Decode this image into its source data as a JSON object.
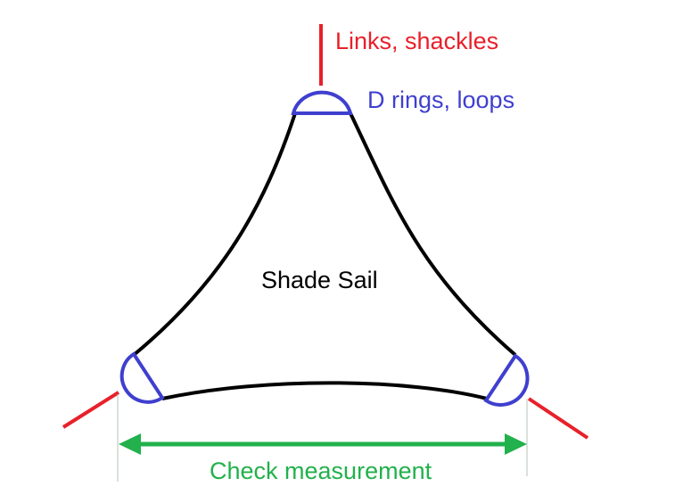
{
  "labels": {
    "links": "Links, shackles",
    "rings": "D rings, loops",
    "sail": "Shade Sail",
    "measure": "Check measurement"
  },
  "colors": {
    "red": "#e8202a",
    "blue": "#3f3fcf",
    "green": "#22b14c",
    "black": "#000000",
    "gray": "#b4c4b4"
  }
}
